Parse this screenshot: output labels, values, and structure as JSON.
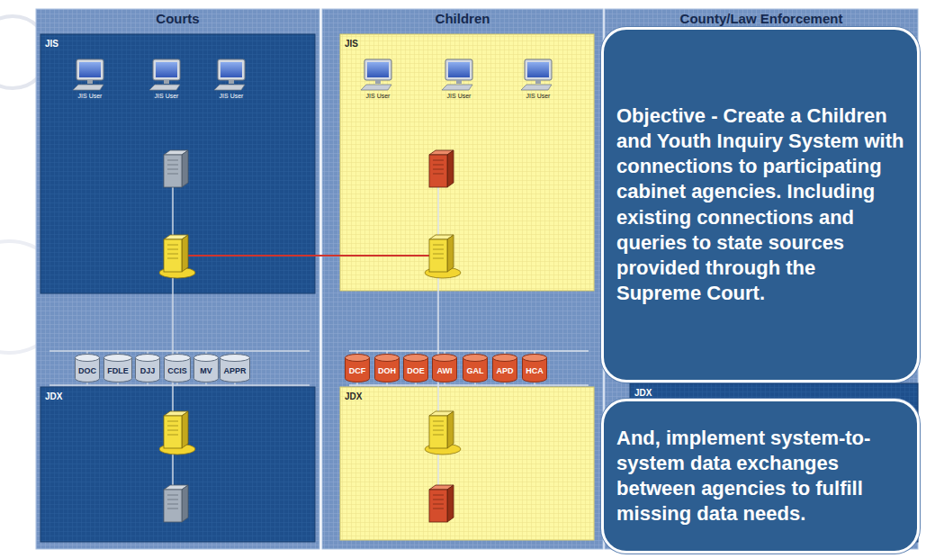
{
  "diagram": {
    "nodes": [
      {
        "text": [
          "Courts"
        ]
      },
      {
        "text": [
          "JIS"
        ],
        "in": 0
      },
      {
        "text": [
          "DOC"
        ],
        "in": 0
      },
      {
        "text": [
          "FDLE"
        ],
        "in": 0
      },
      {
        "text": [
          "DJJ"
        ],
        "in": 0
      },
      {
        "text": [
          "CCIS"
        ],
        "in": 0
      },
      {
        "text": [
          "MV"
        ],
        "in": 0
      },
      {
        "text": [
          "APPR"
        ],
        "in": 0
      },
      {
        "text": [
          "JDX"
        ],
        "in": 0
      },
      {
        "text": [
          "Children"
        ]
      },
      {
        "text": [
          "JIS"
        ],
        "in": 9
      },
      {
        "text": [
          "DCF"
        ],
        "in": 9
      },
      {
        "text": [
          "DOH"
        ],
        "in": 9
      },
      {
        "text": [
          "DOE"
        ],
        "in": 9
      },
      {
        "text": [
          "AWI"
        ],
        "in": 9
      },
      {
        "text": [
          "GAL"
        ],
        "in": 9
      },
      {
        "text": [
          "APD"
        ],
        "in": 9
      },
      {
        "text": [
          "HCA"
        ],
        "in": 9
      },
      {
        "text": [
          "JDX"
        ],
        "in": 9
      },
      {
        "text": [
          "County/Law Enforcement"
        ]
      },
      {
        "text": [
          "JDX"
        ],
        "in": 19
      },
      {
        "text": [
          "Objective - Create a Children and Youth Inquiry System with connections to participating cabinet agencies. Including existing connections and queries to state sources provided through the Supreme Court."
        ]
      },
      {
        "text": [
          "And, implement system-to-system data exchanges between agencies to fulfill missing data needs."
        ]
      }
    ],
    "labels": [
      "JIS User",
      "JIS User",
      "JIS User",
      "JIS User",
      "JIS User",
      "JIS User"
    ]
  }
}
